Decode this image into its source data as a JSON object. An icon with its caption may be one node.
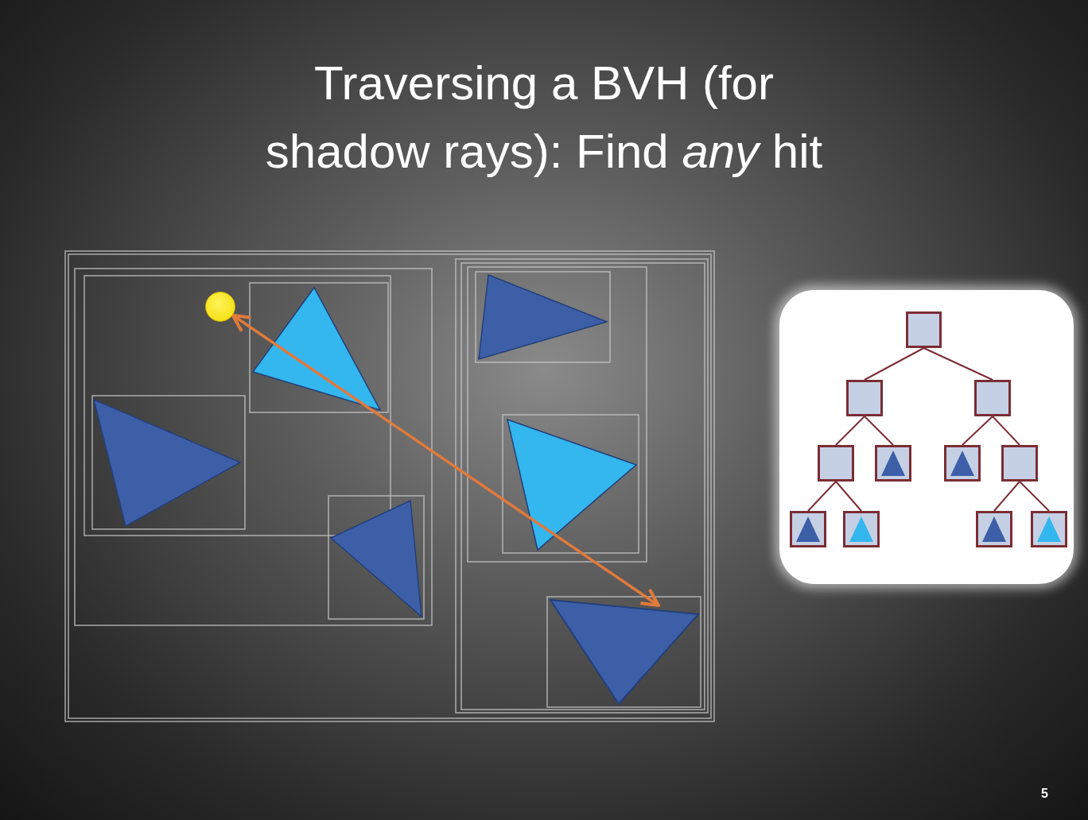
{
  "diagram": {
    "title": "Traversing a BVH (for shadow rays): Find *any* hit",
    "nodes": [
      {
        "text": [],
        "shape": "circle"
      },
      {
        "text": [],
        "shape": "triangle"
      },
      {
        "text": [],
        "shape": "box"
      },
      {
        "text": [],
        "shape": "box"
      },
      {
        "text": [],
        "shape": "box"
      },
      {
        "text": [],
        "shape": "box"
      },
      {
        "text": [],
        "shape": "box"
      },
      {
        "text": [],
        "shape": "box"
      },
      {
        "text": [],
        "shape": "box"
      },
      {
        "text": [],
        "shape": "box"
      },
      {
        "text": [],
        "shape": "box"
      },
      {
        "text": [],
        "shape": "box"
      },
      {
        "text": [],
        "shape": "box"
      }
    ],
    "edges": [
      {
        "from": 0,
        "to": 1,
        "arrow": "both",
        "color": "#e07a3c"
      },
      {
        "from": 2,
        "to": 3,
        "arrow": "none"
      },
      {
        "from": 2,
        "to": 4,
        "arrow": "none"
      },
      {
        "from": 3,
        "to": 5,
        "arrow": "none"
      },
      {
        "from": 3,
        "to": 6,
        "arrow": "none"
      },
      {
        "from": 4,
        "to": 7,
        "arrow": "none"
      },
      {
        "from": 4,
        "to": 8,
        "arrow": "none"
      },
      {
        "from": 5,
        "to": 9,
        "arrow": "none"
      },
      {
        "from": 5,
        "to": 10,
        "arrow": "none"
      },
      {
        "from": 8,
        "to": 11,
        "arrow": "none"
      },
      {
        "from": 8,
        "to": 12,
        "arrow": "none"
      }
    ],
    "labels": [
      "5"
    ]
  }
}
